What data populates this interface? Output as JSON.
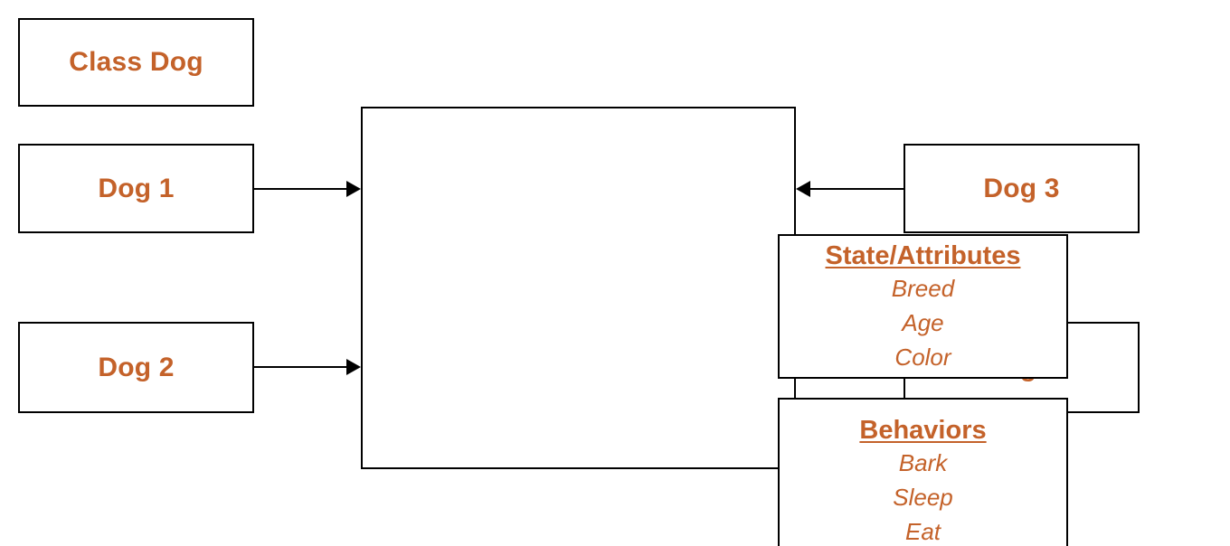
{
  "diagram": {
    "title_box": {
      "label": "Class Dog"
    },
    "class_box": {
      "compartments": [
        {
          "name": "state",
          "title": "State/Attributes",
          "items": [
            "Breed",
            "Age",
            "Color"
          ]
        },
        {
          "name": "behaviors",
          "title": "Behaviors",
          "items": [
            "Bark",
            "Sleep",
            "Eat"
          ]
        }
      ]
    },
    "instances_left": [
      {
        "label": "Dog 1"
      },
      {
        "label": "Dog 2"
      }
    ],
    "instances_right": [
      {
        "label": "Dog 3"
      },
      {
        "label": "Dog 4"
      }
    ],
    "connectors": [
      {
        "name": "dog1-to-class",
        "direction": "right"
      },
      {
        "name": "dog2-to-class",
        "direction": "right"
      },
      {
        "name": "dog3-to-class",
        "direction": "left"
      },
      {
        "name": "dog4-to-class",
        "direction": "left"
      }
    ],
    "colors": {
      "text_accent": "#C4622A",
      "stroke": "#000000",
      "background": "#FFFFFF"
    }
  }
}
